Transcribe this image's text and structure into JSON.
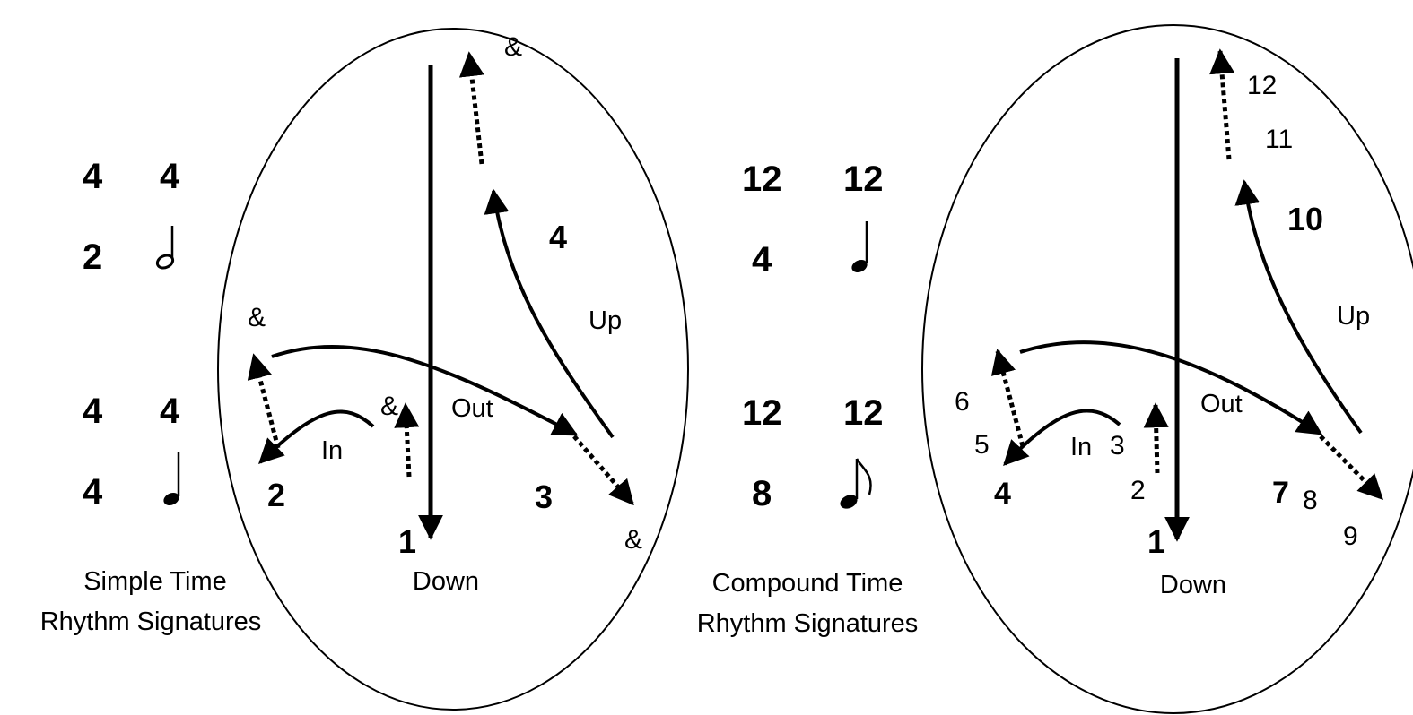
{
  "simple": {
    "sig1": {
      "top": "4",
      "top2": "4",
      "bottom": "2"
    },
    "sig2": {
      "top": "4",
      "top2": "4",
      "bottom": "4"
    },
    "caption_line1": "Simple Time",
    "caption_line2": "Rhythm  Signatures",
    "beats": {
      "b1": "1",
      "b2": "2",
      "b3": "3",
      "b4": "4",
      "and_top": "&",
      "and_left": "&",
      "and_mid": "&",
      "and_right": "&"
    },
    "directions": {
      "down": "Down",
      "in": "In",
      "out": "Out",
      "up": "Up"
    }
  },
  "compound": {
    "sig1": {
      "top": "12",
      "top2": "12",
      "bottom": "4"
    },
    "sig2": {
      "top": "12",
      "top2": "12",
      "bottom": "8"
    },
    "caption_line1": "Compound Time",
    "caption_line2": "Rhythm Signatures",
    "beats": {
      "b1": "1",
      "b2": "2",
      "b3": "3",
      "b4": "4",
      "b5": "5",
      "b6": "6",
      "b7": "7",
      "b8": "8",
      "b9": "9",
      "b10": "10",
      "b11": "11",
      "b12": "12"
    },
    "directions": {
      "down": "Down",
      "in": "In",
      "out": "Out",
      "up": "Up"
    }
  },
  "note_icons": [
    "half-note-icon",
    "quarter-note-icon",
    "quarter-note-icon",
    "eighth-note-icon"
  ]
}
